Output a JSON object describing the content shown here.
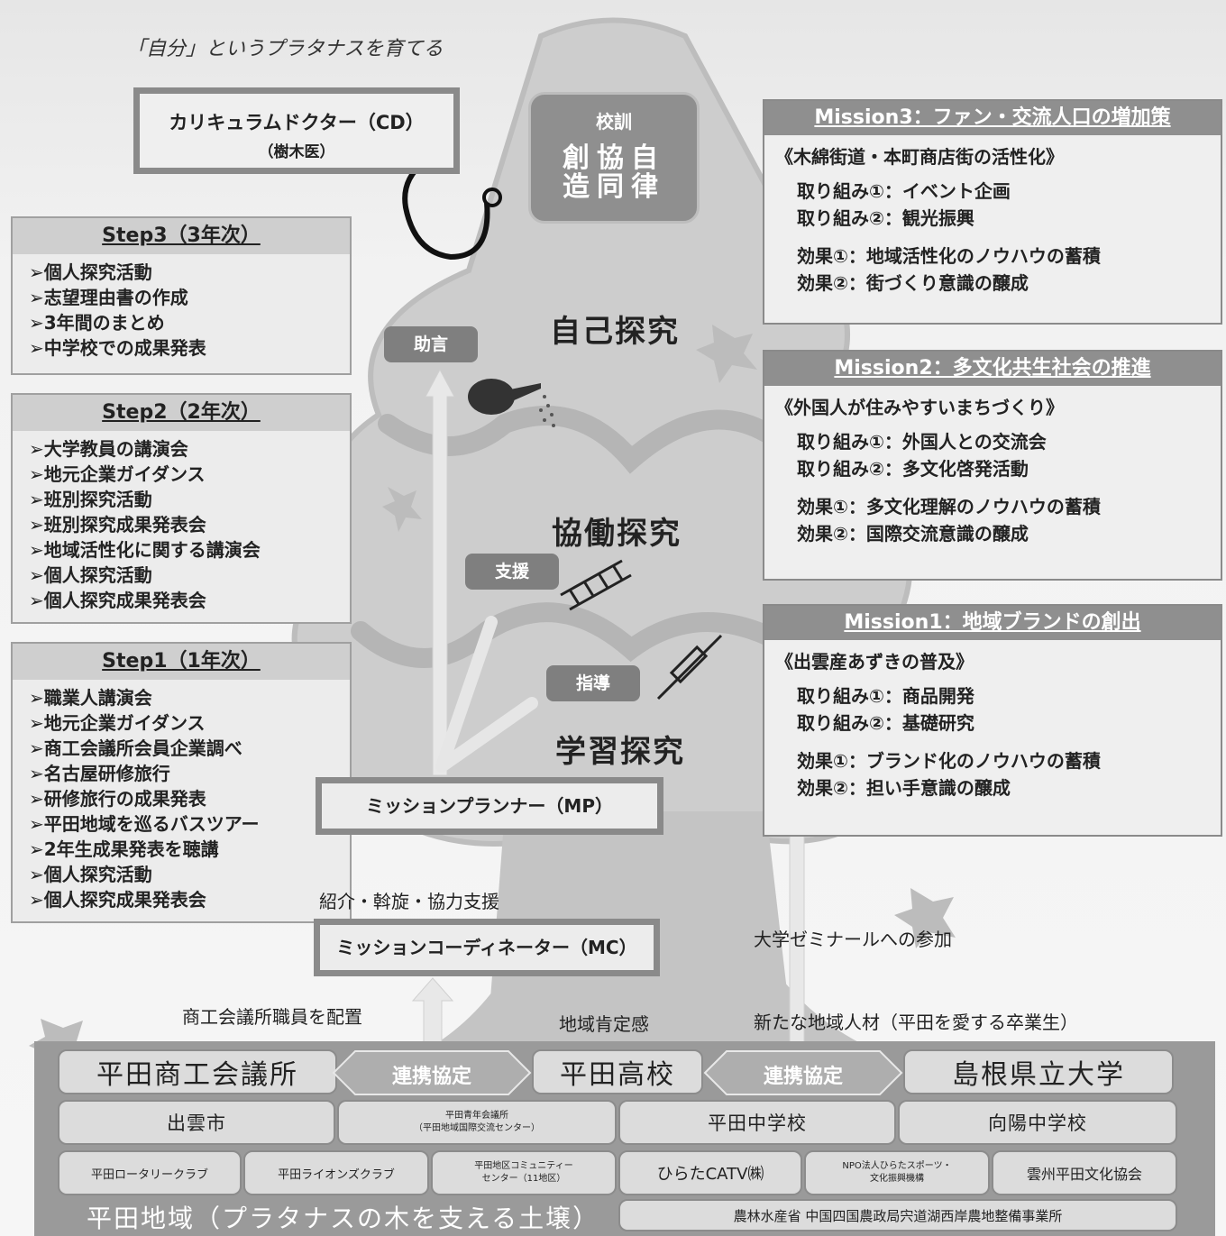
{
  "title": "「自分」というプラタナスを育てる",
  "curriculum_doctor": {
    "line1": "カリキュラムドクター（CD）",
    "line2": "（樹木医）"
  },
  "school_motto": {
    "heading": "校訓",
    "row1": "創協自",
    "row2": "造同律"
  },
  "steps": [
    {
      "heading": "Step3（3年次）",
      "items": [
        "➢個人探究活動",
        "➢志望理由書の作成",
        "➢3年間のまとめ",
        "➢中学校での成果発表"
      ]
    },
    {
      "heading": "Step2（2年次）",
      "items": [
        "➢大学教員の講演会",
        "➢地元企業ガイダンス",
        "➢班別探究活動",
        "➢班別探究成果発表会",
        "➢地域活性化に関する講演会",
        "➢個人探究活動",
        "➢個人探究成果発表会"
      ]
    },
    {
      "heading": "Step1（1年次）",
      "items": [
        "➢職業人講演会",
        "➢地元企業ガイダンス",
        "➢商工会議所会員企業調べ",
        "➢名古屋研修旅行",
        "➢研修旅行の成果発表",
        "➢平田地域を巡るバスツアー",
        "➢2年生成果発表を聴講",
        "➢個人探究活動",
        "➢個人探究成果発表会"
      ]
    }
  ],
  "missions": [
    {
      "heading": "Mission3：ファン・交流人口の増加策",
      "theme": "《木綿街道・本町商店街の活性化》",
      "actions": [
        "取り組み①：イベント企画",
        "取り組み②：観光振興"
      ],
      "effects": [
        "効果①：地域活性化のノウハウの蓄積",
        "効果②：街づくり意識の醸成"
      ]
    },
    {
      "heading": "Mission2：多文化共生社会の推進",
      "theme": "《外国人が住みやすいまちづくり》",
      "actions": [
        "取り組み①：外国人との交流会",
        "取り組み②：多文化啓発活動"
      ],
      "effects": [
        "効果①：多文化理解のノウハウの蓄積",
        "効果②：国際交流意識の醸成"
      ]
    },
    {
      "heading": "Mission1：地域ブランドの創出",
      "theme": "《出雲産あずきの普及》",
      "actions": [
        "取り組み①：商品開発",
        "取り組み②：基礎研究"
      ],
      "effects": [
        "効果①：ブランド化のノウハウの蓄積",
        "効果②：担い手意識の醸成"
      ]
    }
  ],
  "phases": {
    "self": "自己探究",
    "collab": "協働探究",
    "learn": "学習探究"
  },
  "roles": {
    "advice": "助言",
    "support": "支援",
    "guidance": "指導"
  },
  "mission_planner": "ミッションプランナー（MP）",
  "mission_coordinator": "ミッションコーディネーター（MC）",
  "labels": {
    "intro_support": "紹介・斡旋・協力支援",
    "chamber_staff": "商工会議所職員を配置",
    "local_pride": "地域肯定感",
    "univ_seminar": "大学ゼミナールへの参加",
    "new_talent": "新たな地域人材（平田を愛する卒業生）"
  },
  "soil": {
    "row1": {
      "left": "平田商工会議所",
      "link1": "連携協定",
      "center": "平田高校",
      "link2": "連携協定",
      "right": "島根県立大学"
    },
    "row2": [
      "出雲市",
      "平田青年会議所",
      "（平田地域国際交流センター）",
      "平田中学校",
      "向陽中学校"
    ],
    "row3": [
      "平田ロータリークラブ",
      "平田ライオンズクラブ",
      "平田地区コミュニティー",
      "センター（11地区）",
      "ひらたCATV㈱",
      "NPO法人ひらたスポーツ・",
      "文化振興機構",
      "雲州平田文化協会"
    ],
    "title": "平田地域（プラタナスの木を支える土壌）",
    "ministry": "農林水産省 中国四国農政局宍道湖西岸農地整備事業所"
  },
  "colors": {
    "tree": "#c8c8c8",
    "tree_outline": "#b0b0b0",
    "soil": "#9a9a9a",
    "header_dark": "#8f8f8f"
  }
}
